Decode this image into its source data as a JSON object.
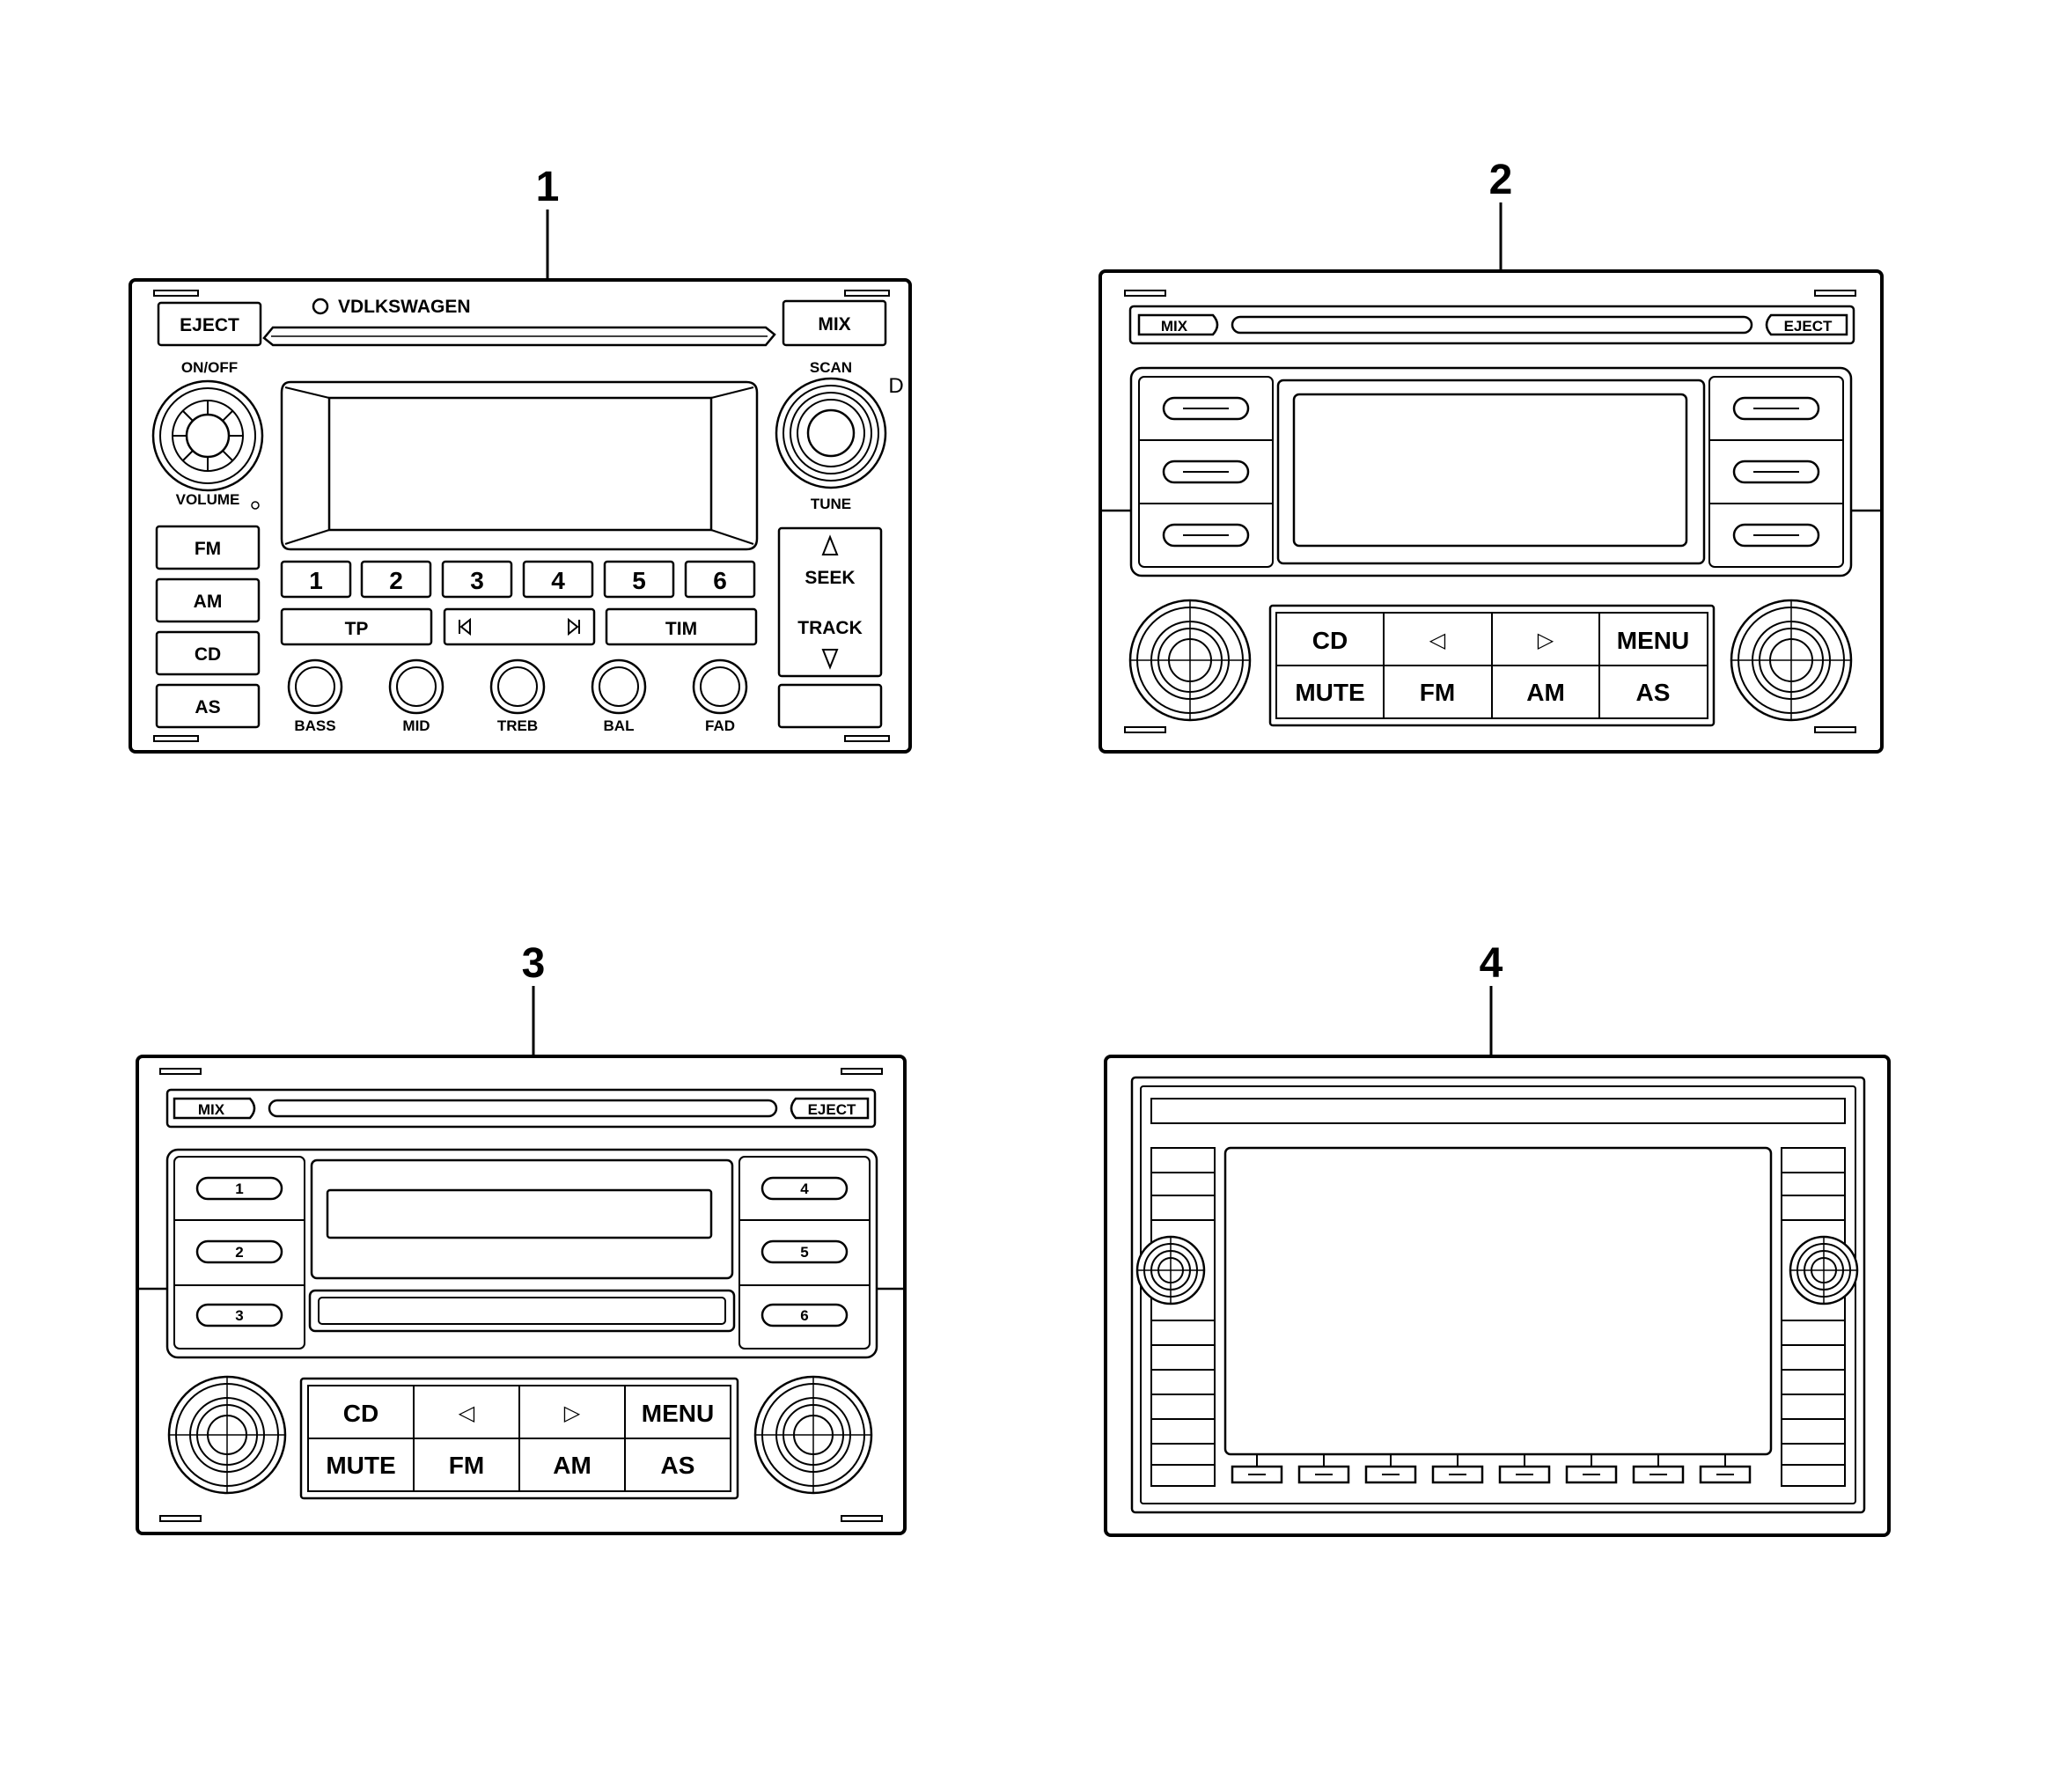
{
  "callouts": {
    "c1": "1",
    "c2": "2",
    "c3": "3",
    "c4": "4"
  },
  "unit1": {
    "brand": "VDLKSWAGEN",
    "eject": "EJECT",
    "mix": "MIX",
    "on_off": "ON/OFF",
    "volume": "VOLUME",
    "scan": "SCAN",
    "tune": "TUNE",
    "side_mark": "D",
    "fm": "FM",
    "am": "AM",
    "cd": "CD",
    "as": "AS",
    "presets": [
      "1",
      "2",
      "3",
      "4",
      "5",
      "6"
    ],
    "tp": "TP",
    "tim": "TIM",
    "seek": "SEEK",
    "track": "TRACK",
    "knobs": [
      "BASS",
      "MID",
      "TREB",
      "BAL",
      "FAD"
    ]
  },
  "unit2": {
    "mix": "MIX",
    "eject": "EJECT",
    "grid": [
      "CD",
      "◁",
      "▷",
      "MENU",
      "MUTE",
      "FM",
      "AM",
      "AS"
    ]
  },
  "unit3": {
    "mix": "MIX",
    "eject": "EJECT",
    "presets": [
      "1",
      "2",
      "3",
      "4",
      "5",
      "6"
    ],
    "grid": [
      "CD",
      "◁",
      "▷",
      "MENU",
      "MUTE",
      "FM",
      "AM",
      "AS"
    ]
  }
}
